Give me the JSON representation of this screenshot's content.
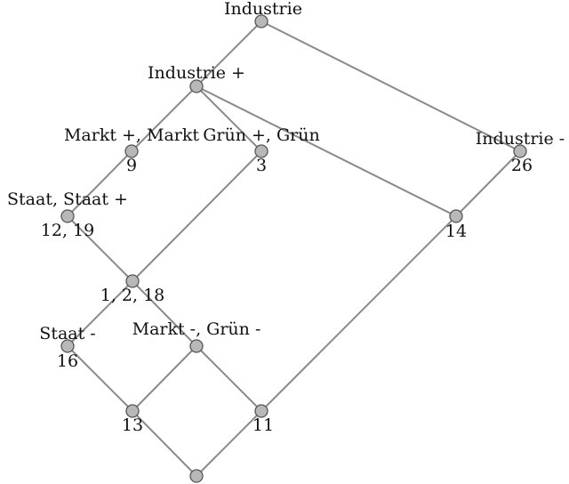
{
  "diagram": {
    "type": "concept-lattice",
    "nodes": [
      {
        "id": "n_industrie",
        "attribute_label": "Industrie",
        "object_label": ""
      },
      {
        "id": "n_industrie_plus",
        "attribute_label": "Industrie +",
        "object_label": ""
      },
      {
        "id": "n_markt",
        "attribute_label": "Markt +, Markt",
        "object_label": "9"
      },
      {
        "id": "n_gruen",
        "attribute_label": "Grün +, Grün",
        "object_label": "3"
      },
      {
        "id": "n_industrie_minus",
        "attribute_label": "Industrie -",
        "object_label": "26"
      },
      {
        "id": "n_staat",
        "attribute_label": "Staat, Staat +",
        "object_label": "12, 19"
      },
      {
        "id": "n_14",
        "attribute_label": "",
        "object_label": "14"
      },
      {
        "id": "n_mid",
        "attribute_label": "",
        "object_label": "1, 2, 18"
      },
      {
        "id": "n_staat_minus",
        "attribute_label": "Staat -",
        "object_label": "16"
      },
      {
        "id": "n_markt_gruen_minus",
        "attribute_label": "Markt -, Grün -",
        "object_label": ""
      },
      {
        "id": "n_13",
        "attribute_label": "",
        "object_label": "13"
      },
      {
        "id": "n_11",
        "attribute_label": "",
        "object_label": "11"
      },
      {
        "id": "n_bottom",
        "attribute_label": "",
        "object_label": ""
      }
    ],
    "edges": [
      [
        "n_industrie",
        "n_industrie_plus"
      ],
      [
        "n_industrie",
        "n_industrie_minus"
      ],
      [
        "n_industrie_plus",
        "n_markt"
      ],
      [
        "n_industrie_plus",
        "n_gruen"
      ],
      [
        "n_industrie_plus",
        "n_14"
      ],
      [
        "n_industrie_minus",
        "n_14"
      ],
      [
        "n_markt",
        "n_staat"
      ],
      [
        "n_staat",
        "n_mid"
      ],
      [
        "n_gruen",
        "n_mid"
      ],
      [
        "n_mid",
        "n_staat_minus"
      ],
      [
        "n_mid",
        "n_markt_gruen_minus"
      ],
      [
        "n_staat_minus",
        "n_13"
      ],
      [
        "n_markt_gruen_minus",
        "n_13"
      ],
      [
        "n_markt_gruen_minus",
        "n_11"
      ],
      [
        "n_14",
        "n_11"
      ],
      [
        "n_13",
        "n_bottom"
      ],
      [
        "n_11",
        "n_bottom"
      ]
    ]
  }
}
